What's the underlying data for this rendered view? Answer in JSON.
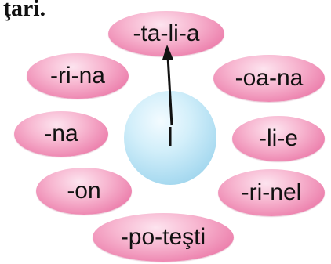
{
  "heading": "ţari.",
  "center_text": "l",
  "petals": {
    "top": "-ta-li-a",
    "upper_left": "-ri-na",
    "upper_right": "-oa-na",
    "left": "-na",
    "right": "-li-e",
    "lower_left": "-on",
    "lower_right": "-ri-nel",
    "bottom": "-po-teşti"
  }
}
